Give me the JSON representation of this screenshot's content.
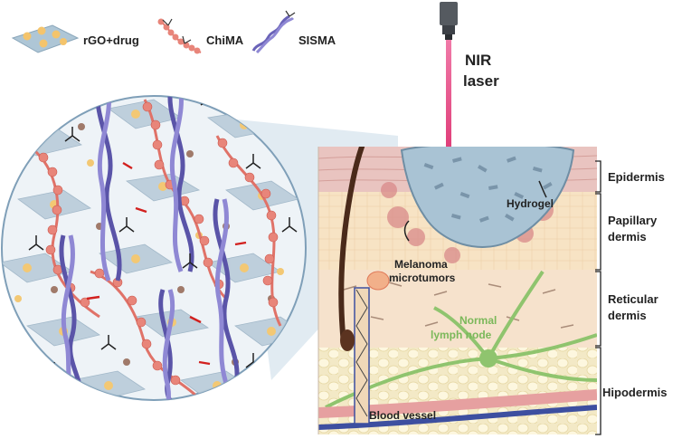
{
  "legend": {
    "rgo_label": "rGO+drug",
    "chima_label": "ChiMA",
    "sisma_label": "SISMA"
  },
  "laser": {
    "line1": "NIR",
    "line2": "laser"
  },
  "skin": {
    "hydrogel": "Hydrogel",
    "melanoma_line1": "Melanoma",
    "melanoma_line2": "microtumors",
    "lymph_line1": "Normal",
    "lymph_line2": "lymph node",
    "blood_vessel": "Blood vessel"
  },
  "layers": {
    "epidermis": "Epidermis",
    "papillary_line1": "Papillary",
    "papillary_line2": "dermis",
    "reticular_line1": "Reticular",
    "reticular_line2": "dermis",
    "hipodermis": "Hipodermis"
  },
  "colors": {
    "laser": "#e8508a",
    "chima": "#e07268",
    "sisma": "#5a54a8",
    "rgo_sheet": "#9bb6c8",
    "drug": "#f2c16a",
    "lymph": "#8fc46e",
    "vessel": "#3d4fa0"
  }
}
